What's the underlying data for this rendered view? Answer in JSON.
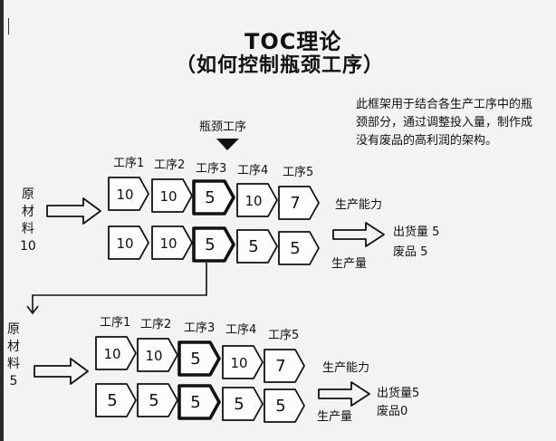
{
  "title": "TOC理论",
  "subtitle": "（如何控制瓶颈工序）",
  "note": "此框架用于结合各生产工序中的瓶颈部分，通过调整投入量，制作成没有废品的高利润的架构。",
  "bottleneck_label": "瓶颈工序",
  "top": {
    "material_label": "原\n材\n料\n10",
    "process_labels": [
      "工序1",
      "工序2",
      "工序3",
      "工序4",
      "工序5"
    ],
    "capacity_values": [
      "10",
      "10",
      "5",
      "10",
      "7"
    ],
    "output_values": [
      "10",
      "10",
      "5",
      "5",
      "5"
    ],
    "capacity_label": "生产能力",
    "output_label": "生产量",
    "shipment": "出货量 5",
    "waste": "废品 5"
  },
  "bottom": {
    "material_label": "原\n材\n料\n5",
    "process_labels": [
      "工序1",
      "工序2",
      "工序3",
      "工序4",
      "工序5"
    ],
    "capacity_values": [
      "10",
      "10",
      "5",
      "10",
      "7"
    ],
    "output_values": [
      "5",
      "5",
      "5",
      "5",
      "5"
    ],
    "capacity_label": "生产能力",
    "output_label": "生产量",
    "shipment": "出货量5",
    "waste": "废品0"
  }
}
